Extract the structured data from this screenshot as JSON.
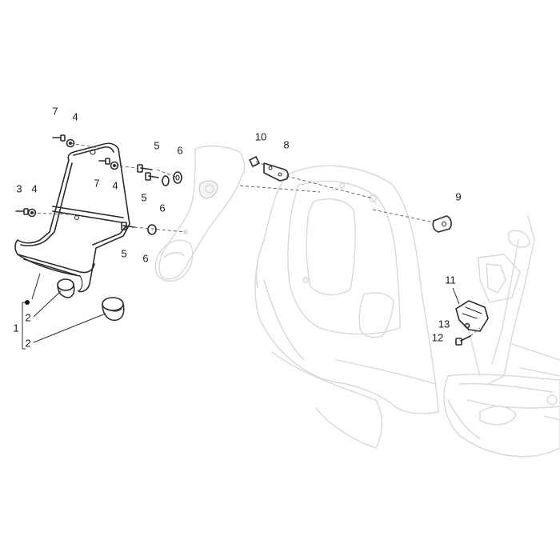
{
  "diagram": {
    "callouts": [
      {
        "id": "c1",
        "text": "1"
      },
      {
        "id": "c2a",
        "text": "2"
      },
      {
        "id": "c2b",
        "text": "2"
      },
      {
        "id": "c3",
        "text": "3"
      },
      {
        "id": "c4a",
        "text": "4"
      },
      {
        "id": "c4b",
        "text": "4"
      },
      {
        "id": "c4c",
        "text": "4"
      },
      {
        "id": "c5a",
        "text": "5"
      },
      {
        "id": "c5b",
        "text": "5"
      },
      {
        "id": "c5c",
        "text": "5"
      },
      {
        "id": "c6a",
        "text": "6"
      },
      {
        "id": "c6b",
        "text": "6"
      },
      {
        "id": "c6c",
        "text": "6"
      },
      {
        "id": "c7a",
        "text": "7"
      },
      {
        "id": "c7b",
        "text": "7"
      },
      {
        "id": "c8",
        "text": "8"
      },
      {
        "id": "c9",
        "text": "9"
      },
      {
        "id": "c10",
        "text": "10"
      },
      {
        "id": "c11",
        "text": "11"
      },
      {
        "id": "c12",
        "text": "12"
      },
      {
        "id": "c13",
        "text": "13"
      }
    ]
  }
}
